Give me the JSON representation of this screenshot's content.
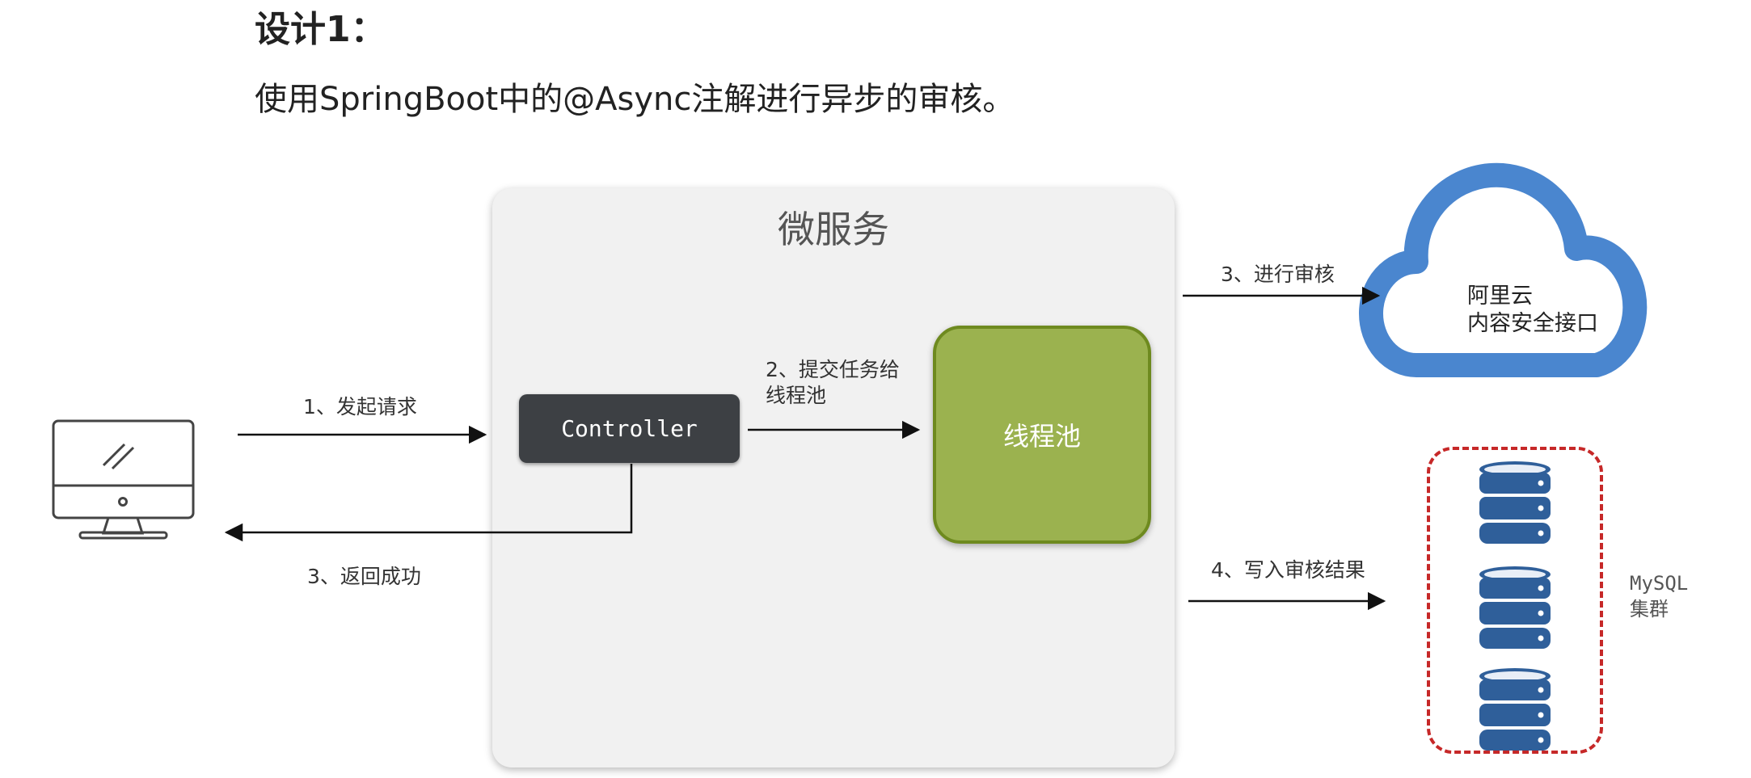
{
  "header": {
    "title": "设计1：",
    "subtitle": "使用SpringBoot中的@Async注解进行异步的审核。"
  },
  "microservice": {
    "title": "微服务"
  },
  "nodes": {
    "controller": "Controller",
    "thread_pool": "线程池",
    "cloud_line1": "阿里云",
    "cloud_line2": "内容安全接口",
    "mysql_line1": "MySQL",
    "mysql_line2": "集群"
  },
  "steps": {
    "s1": "1、发起请求",
    "s2_line1": "2、提交任务给",
    "s2_line2": "线程池",
    "s3_return": "3、返回成功",
    "s3_review": "3、进行审核",
    "s4": "4、写入审核结果"
  },
  "colors": {
    "controller": "#3d4044",
    "thread_pool": "#9bb24f",
    "cloud": "#4a86cf",
    "database": "#2f5f9a",
    "cluster_border": "#c62828"
  },
  "icons": [
    "monitor-icon",
    "cloud-icon",
    "database-icon"
  ]
}
